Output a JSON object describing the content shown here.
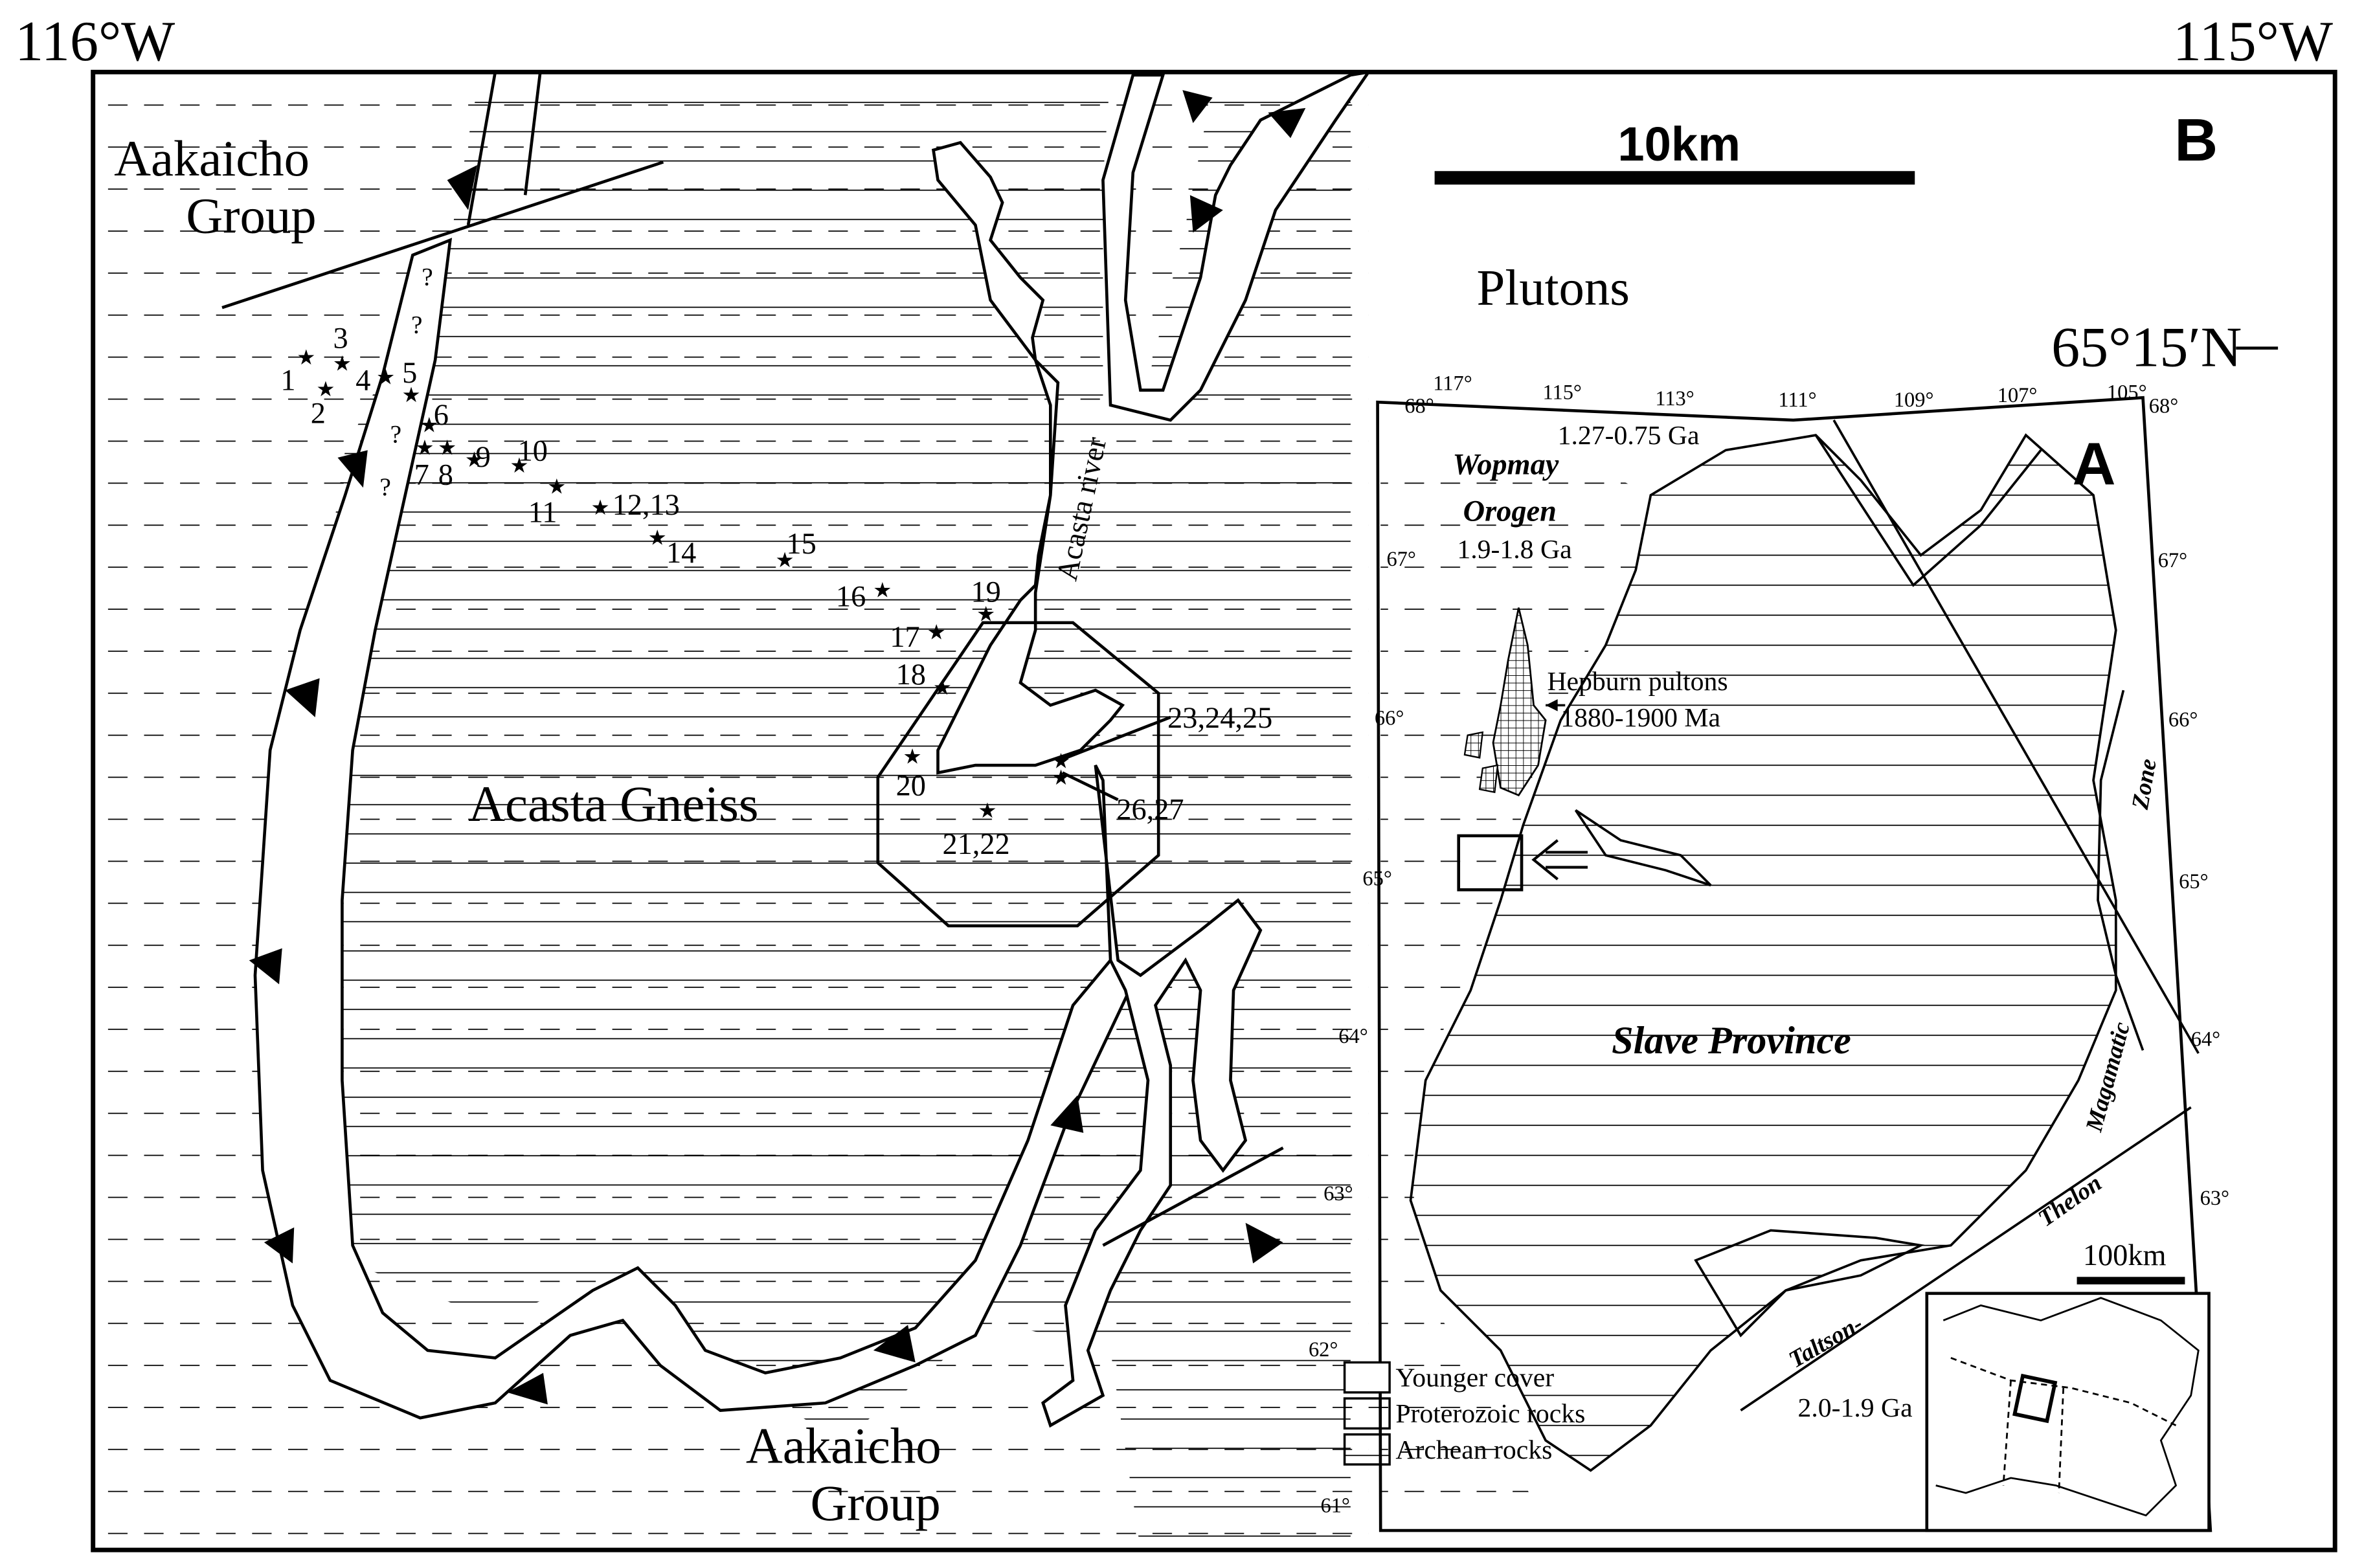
{
  "frame": {
    "longitude_left": "116°W",
    "longitude_right": "115°W",
    "latitude_label": "65°15′N"
  },
  "panel_b": {
    "letter": "B",
    "scale_label": "10km",
    "labels": {
      "aakaicho_top_line1": "Aakaicho",
      "aakaicho_top_line2": "Group",
      "plutons": "Plutons",
      "acasta_gneiss": "Acasta Gneiss",
      "acasta_river": "Acasta river",
      "aakaicho_bottom_line1": "Aakaicho",
      "aakaicho_bottom_line2": "Group"
    },
    "sample_labels": [
      "1",
      "2",
      "3",
      "4",
      "5",
      "6",
      "7",
      "8",
      "9",
      "10",
      "11",
      "12,13",
      "14",
      "15",
      "16",
      "17",
      "18",
      "19",
      "20",
      "21,22",
      "23,24,25",
      "26,27"
    ],
    "uncertain_mark": "?"
  },
  "panel_a": {
    "letter": "A",
    "top_longitudes": [
      "117°",
      "115°",
      "113°",
      "111°",
      "109°",
      "107°",
      "105°"
    ],
    "left_latitudes": [
      "68°",
      "67°",
      "66°",
      "65°",
      "64°",
      "63°",
      "62°",
      "61°"
    ],
    "right_latitudes": [
      "68°",
      "67°",
      "66°",
      "65°",
      "64°",
      "63°"
    ],
    "wopmay_line1": "Wopmay",
    "wopmay_line2": "Orogen",
    "wopmay_age": "1.9-1.8 Ga",
    "cover_age": "1.27-0.75 Ga",
    "hepburn_line1": "Hepburn pultons",
    "hepburn_line2": "1880-1900 Ma",
    "slave_province": "Slave Province",
    "zone": "Zone",
    "magmatic": "Magamatic",
    "thelon": "Thelon",
    "taltson": "Taltson-",
    "taltson_age": "2.0-1.9 Ga",
    "scale_label": "100km",
    "legend": [
      "Younger cover",
      "Proterozoic rocks",
      "Archean rocks"
    ]
  }
}
